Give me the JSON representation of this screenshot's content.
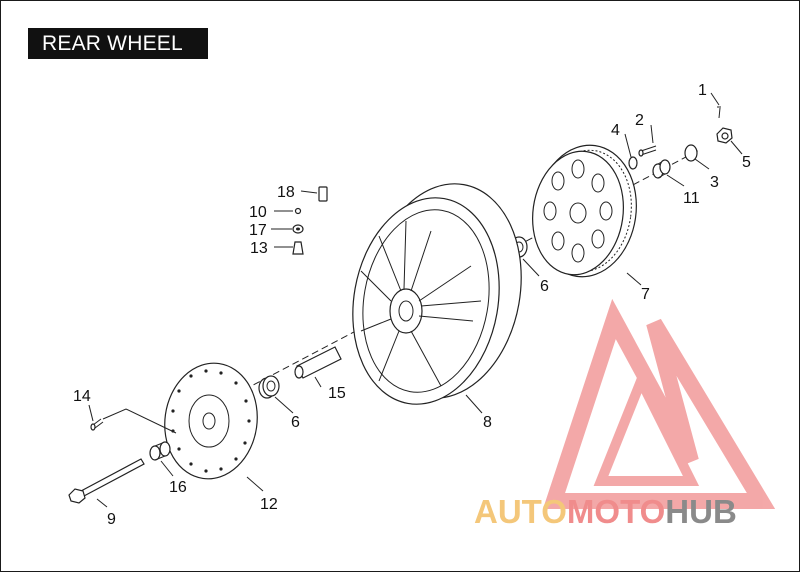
{
  "title": "REAR WHEEL",
  "callouts": {
    "p1": "1",
    "p2": "2",
    "p3": "3",
    "p4": "4",
    "p5": "5",
    "p6a": "6",
    "p6b": "6",
    "p7": "7",
    "p8": "8",
    "p9": "9",
    "p10": "10",
    "p11": "11",
    "p12": "12",
    "p13": "13",
    "p14": "14",
    "p15": "15",
    "p16": "16",
    "p17": "17",
    "p18": "18"
  },
  "watermark": {
    "part1": "AUTO",
    "part2": "MOTO",
    "part3": "HUB"
  },
  "colors": {
    "wm_orange": "#f4c77a",
    "wm_pink": "#f08c8c",
    "wm_gray": "#8a8a8a"
  }
}
